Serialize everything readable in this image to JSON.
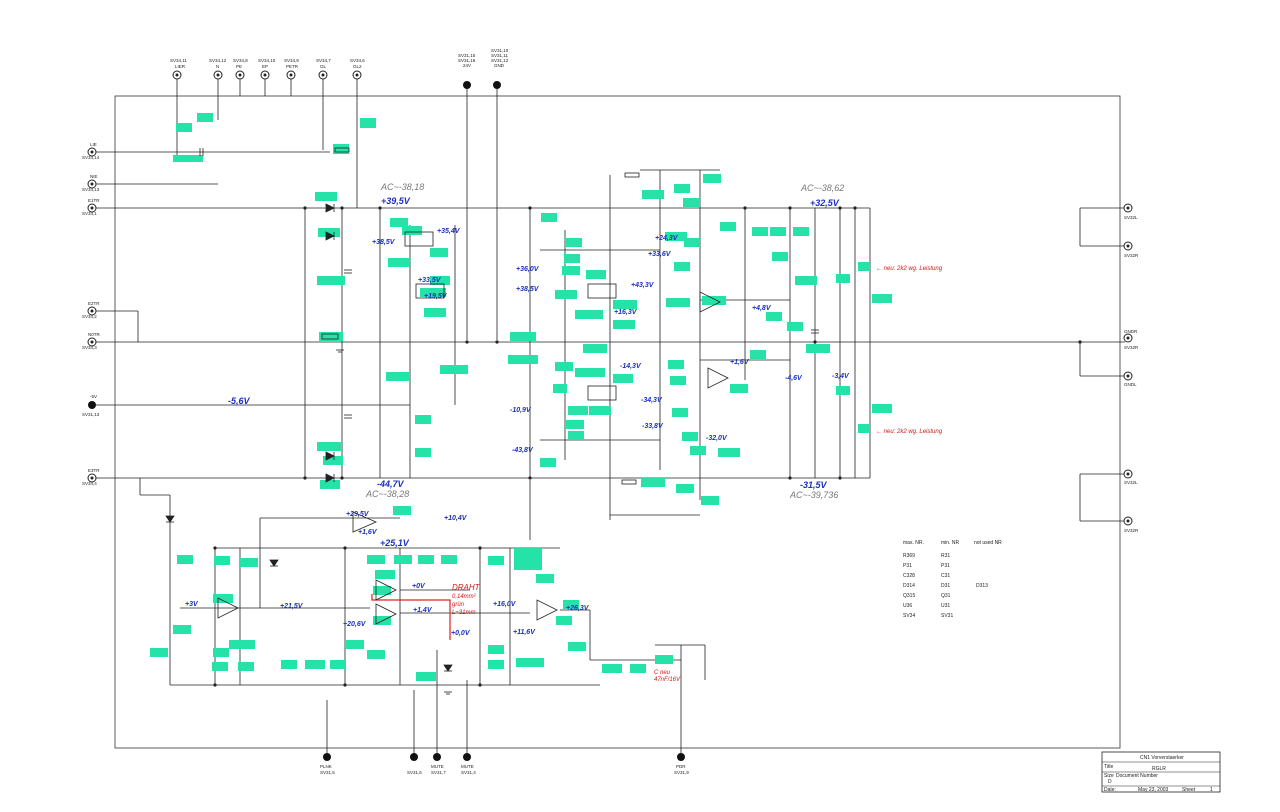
{
  "top_connectors": [
    {
      "ref": "SV34,11",
      "name": "LIER"
    },
    {
      "ref": "SV34,12",
      "name": "N"
    },
    {
      "ref": "SV34,8",
      "name": "PE"
    },
    {
      "ref": "SV34,10",
      "name": "EP"
    },
    {
      "ref": "SV34,9",
      "name": "PETR"
    },
    {
      "ref": "SV34,7",
      "name": "GL"
    },
    {
      "ref": "SV34,6",
      "name": "GL2"
    }
  ],
  "top_supply": [
    {
      "ref1": "SV31,15",
      "ref2": "SV31,16",
      "name": "24V"
    },
    {
      "ref1": "SV31,10",
      "ref2": "SV31,11",
      "ref3": "SV31,12",
      "name": "GND"
    }
  ],
  "left_connectors": [
    {
      "name": "LIE",
      "ref": "SV34,14"
    },
    {
      "name": "NIE",
      "ref": "SV34,13"
    },
    {
      "name": "E1TR",
      "ref": "SV34,1"
    },
    {
      "name": "E2TR",
      "ref": "SV34,2"
    },
    {
      "name": "N0TR",
      "ref": "SV34,3"
    },
    {
      "name": "-5V",
      "ref": "SV31,13"
    },
    {
      "name": "E3TR",
      "ref": "SV34,4"
    }
  ],
  "right_connectors": [
    "SV32L",
    "SV32R",
    "GNDR",
    "SV32R",
    "GNDL",
    "SV32L",
    "SV32R"
  ],
  "bottom_connectors": [
    {
      "name": "PLNK",
      "ref": "SV31,5"
    },
    {
      "name": "",
      "ref": "SV31,6"
    },
    {
      "name": "MUTE",
      "ref": "SV31,7"
    },
    {
      "name": "MUTE",
      "ref": "SV31,4"
    },
    {
      "name": "PDR",
      "ref": "SV31,9"
    }
  ],
  "voltages": [
    "+39,5V",
    "+35,4V",
    "+38,5V",
    "+33,5V",
    "+29,5V",
    "+19,5V",
    "-5,6V",
    "-44,7V",
    "+32,5V",
    "+36,0V",
    "+38,5V",
    "+43,3V",
    "+24,3V",
    "+16,3V",
    "+33,6V",
    "-14,3V",
    "-43,8V",
    "-10,9V",
    "-34,3V",
    "-33,8V",
    "-32,0V",
    "-31,5V",
    "+10,4V",
    "+25,1V",
    "+3V",
    "+21,5V",
    "+20,6V",
    "+0V",
    "+1,4V",
    "+16,0V",
    "+11,6V",
    "+1,6V",
    "+26,3V",
    "-4,6V",
    "-3,4V",
    "+1,6V",
    "+4,8V",
    "+0,0V"
  ],
  "grey_notes": [
    "AC~-38,18",
    "AC~-38,62",
    "AC~-38,28",
    "AC~-39,736"
  ],
  "red_notes": [
    "← neu: 2k2 wg. Leistung",
    "← neu: 2k2 wg. Leistung",
    "DRAHT",
    "0,14mm²",
    "grün",
    "L=31mm",
    "C neu",
    "47nF/16V"
  ],
  "bom_table": {
    "headers": [
      "max. NR.",
      "min. NR",
      "not used NR"
    ],
    "rows": [
      [
        "R369",
        "R31",
        ""
      ],
      [
        "P31",
        "P31",
        ""
      ],
      [
        "C328",
        "C31",
        ""
      ],
      [
        "D314",
        "D31",
        "D313"
      ],
      [
        "Q315",
        "Q31",
        ""
      ],
      [
        "U36",
        "U31",
        ""
      ],
      [
        "SV34",
        "SV31",
        ""
      ]
    ]
  },
  "title_block": {
    "title_value": "CN1 Vorverstaerker",
    "title_label": "Title",
    "subtitle": "RGLR",
    "size_label": "Size",
    "docnum_label": "Document Number",
    "size_value": "D",
    "date_label": "Date:",
    "date_value": "May 23, 2003",
    "sheet_label": "Sheet",
    "sheet_value": "1"
  }
}
